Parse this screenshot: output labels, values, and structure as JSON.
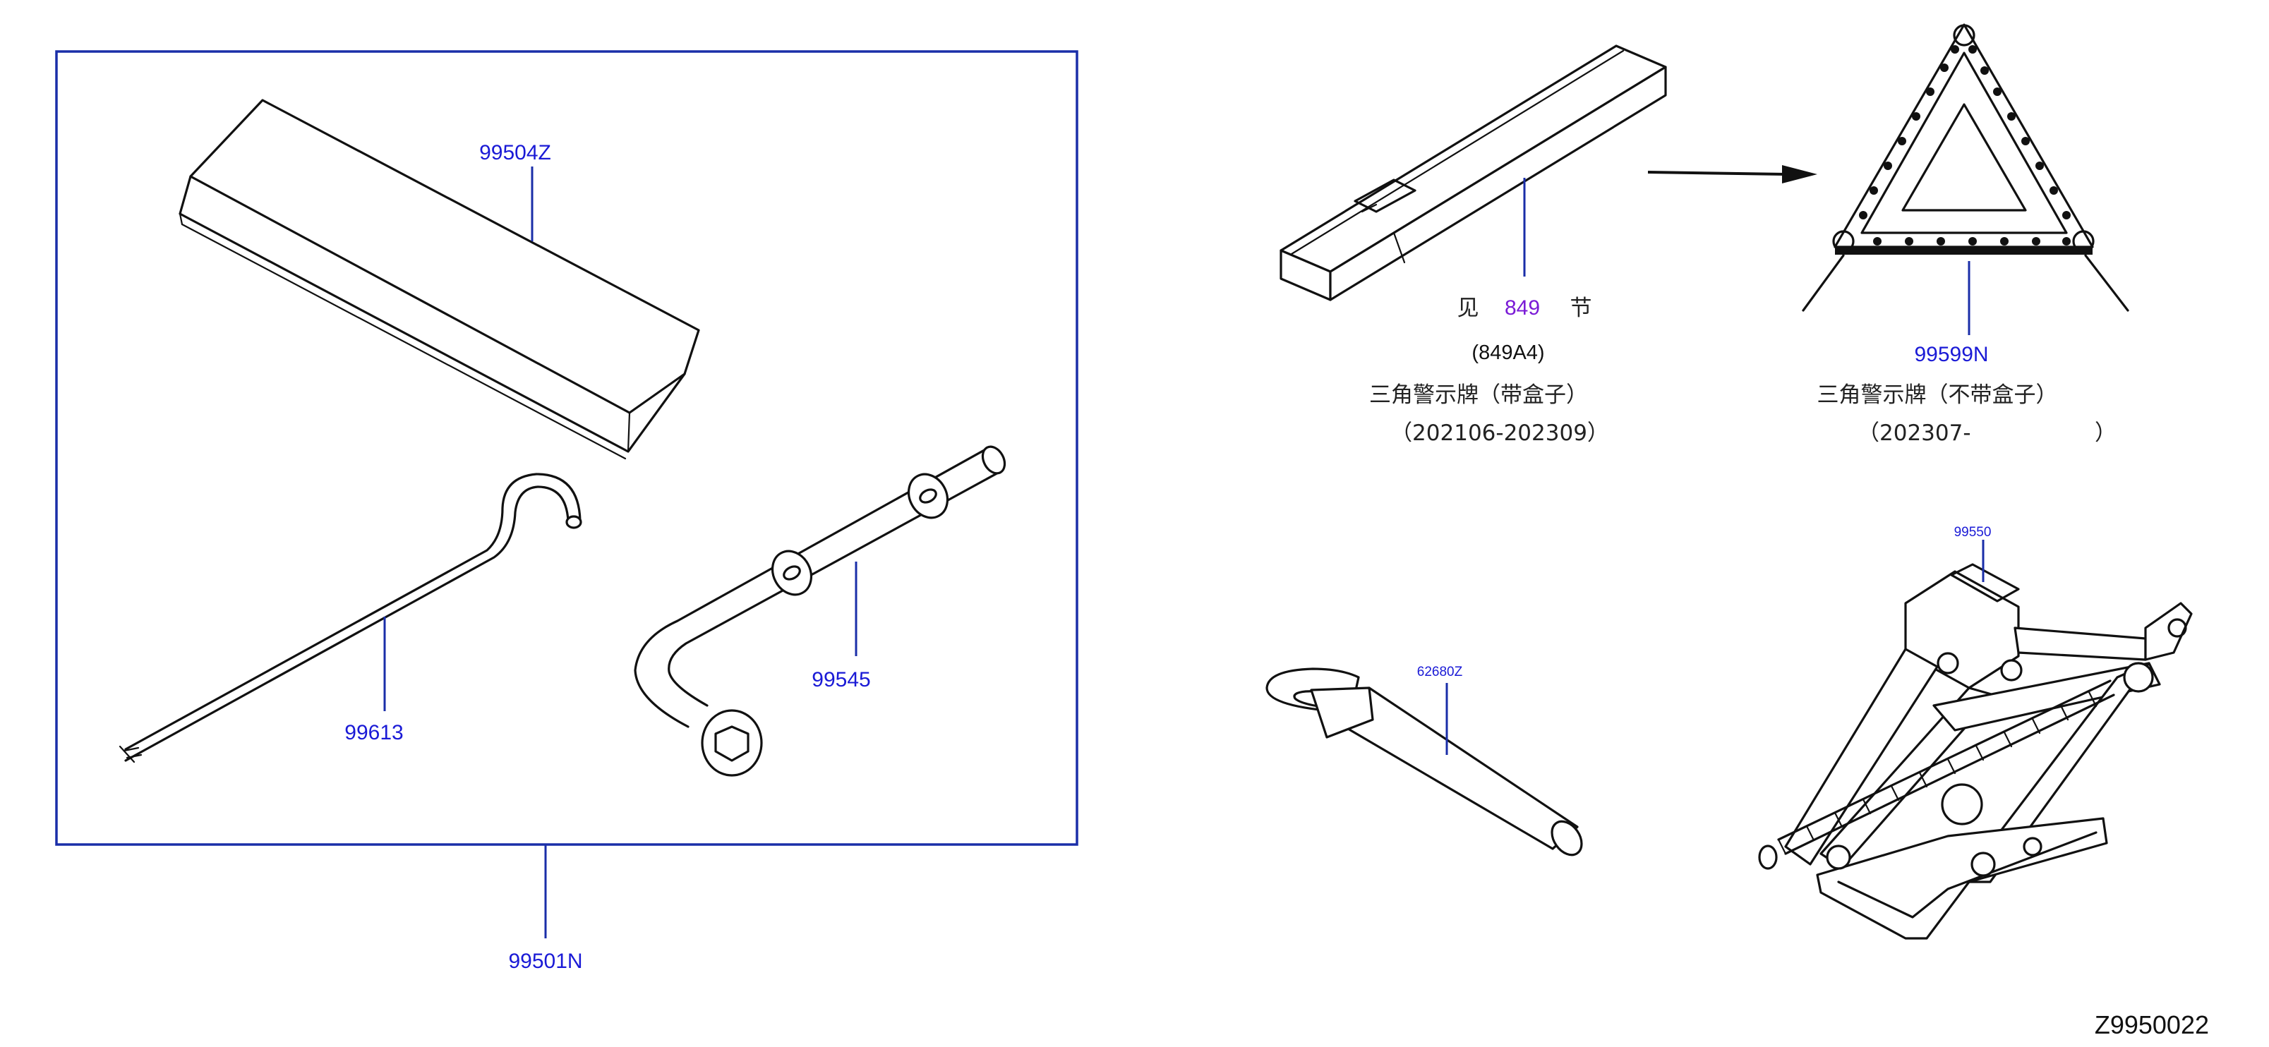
{
  "parts": {
    "p99504Z": "99504Z",
    "p99613": "99613",
    "p99545": "99545",
    "p99501N": "99501N",
    "p99599N": "99599N",
    "p62680Z": "62680Z",
    "p99550": "99550"
  },
  "warning_box": {
    "see_prefix": "见",
    "see_ref": "849",
    "see_suffix": "节",
    "code": "(849A4)",
    "name": "三角警示牌（带盒子）",
    "period": "（202106-202309）"
  },
  "warning_triangle": {
    "name": "三角警示牌（不带盒子）",
    "period_start": "（202307-",
    "period_end": "）"
  },
  "diagram_id": "Z9950022",
  "colors": {
    "label": "#1a1ad6",
    "leader": "#1a2ea8",
    "reference_link": "#7a1ad6",
    "ink": "#111111"
  }
}
